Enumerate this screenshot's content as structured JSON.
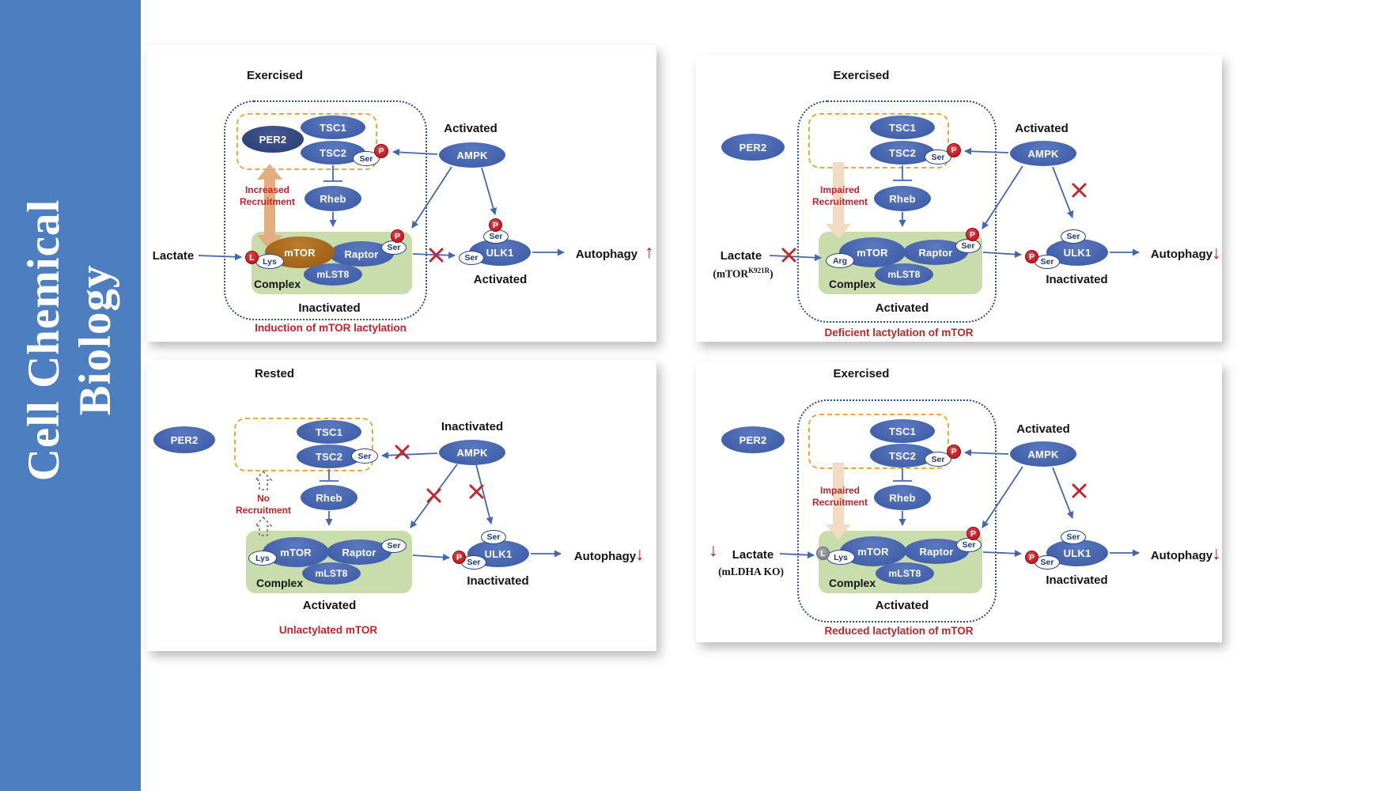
{
  "journal": {
    "line1": "Cell Chemical",
    "line2": "Biology"
  },
  "icons": {
    "arrow_up": "↑",
    "arrow_down": "↓"
  },
  "colors": {
    "banner_blue": "#4d7ebf",
    "node_blue": "#3f5ea9",
    "per2_dark": "#2e4a85",
    "mtor_lactylated_brown": "#a96a1c",
    "complex_green": "#c9dcab",
    "phospho_red": "#c4161c",
    "accent_red": "#c02428",
    "recruitment_tan": "#e2ae7e",
    "frame_navy": "#2c4a8e",
    "frame_orange": "#e6a93f"
  },
  "labels": {
    "per2": "PER2",
    "tsc1": "TSC1",
    "tsc2": "TSC2",
    "ampk": "AMPK",
    "rheb": "Rheb",
    "mtor": "mTOR",
    "raptor": "Raptor",
    "mlst8": "mLST8",
    "ulk1": "ULK1",
    "ser": "Ser",
    "p": "P",
    "l": "L",
    "lys": "Lys",
    "arg": "Arg",
    "complex": "Complex"
  },
  "panels": {
    "p1": {
      "title": "Exercised",
      "ampk_status": "Activated",
      "recruitment1": "Increased",
      "recruitment2": "Recruitment",
      "complex_status": "Inactivated",
      "ulk1_status": "Activated",
      "lactate": "Lactate",
      "autophagy": "Autophagy",
      "caption": "Induction of mTOR lactylation"
    },
    "p2": {
      "title": "Exercised",
      "ampk_status": "Activated",
      "recruitment1": "Impaired",
      "recruitment2": "Recruitment",
      "complex_status": "Activated",
      "ulk1_status": "Inactivated",
      "lactate": "Lactate",
      "mutant_pre": "(mTOR",
      "mutant_sup": "K921R",
      "mutant_post": ")",
      "autophagy": "Autophagy",
      "caption": "Deficient lactylation of mTOR"
    },
    "p3": {
      "title": "Rested",
      "ampk_status": "Inactivated",
      "recruitment1": "No",
      "recruitment2": "Recruitment",
      "complex_status": "Activated",
      "ulk1_status": "Inactivated",
      "autophagy": "Autophagy",
      "caption": "Unlactylated mTOR"
    },
    "p4": {
      "title": "Exercised",
      "ampk_status": "Activated",
      "recruitment1": "Impaired",
      "recruitment2": "Recruitment",
      "complex_status": "Activated",
      "ulk1_status": "Inactivated",
      "lactate": "Lactate",
      "genotype": "(mLDHA KO)",
      "autophagy": "Autophagy",
      "caption": "Reduced lactylation of mTOR"
    }
  }
}
